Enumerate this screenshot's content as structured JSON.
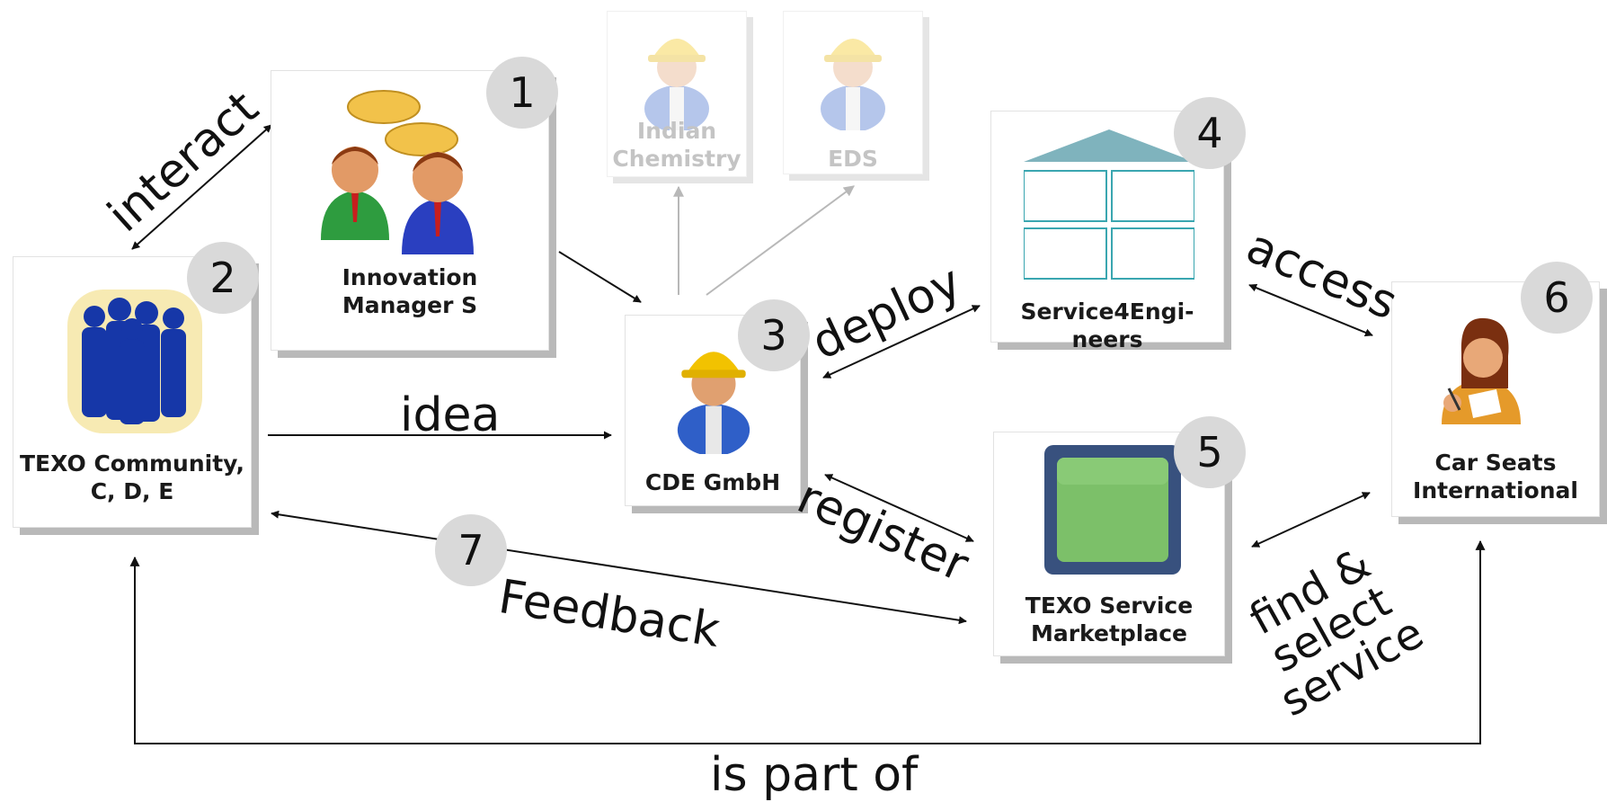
{
  "nodes": {
    "innovation_manager": {
      "label_line1": "Innovation",
      "label_line2": "Manager S",
      "number": "1",
      "icon": "two-businessmen-talking-icon"
    },
    "texo_community": {
      "label_line1": "TEXO Community,",
      "label_line2": "C, D, E",
      "number": "2",
      "icon": "group-silhouette-icon"
    },
    "cde_gmbh": {
      "label": "CDE GmbH",
      "number": "3",
      "icon": "engineer-hardhat-icon"
    },
    "service4engineers": {
      "label_line1": "Service4Engi-",
      "label_line2": "neers",
      "number": "4",
      "icon": "building-icon"
    },
    "texo_marketplace": {
      "label_line1": "TEXO Service",
      "label_line2": "Marketplace",
      "number": "5",
      "icon": "green-square-icon"
    },
    "car_seats": {
      "label_line1": "Car Seats",
      "label_line2": "International",
      "number": "6",
      "icon": "woman-writing-icon"
    },
    "indian_chemistry": {
      "label_line1": "Indian",
      "label_line2": "Chemistry",
      "icon": "engineer-hardhat-icon"
    },
    "eds": {
      "label": "EDS",
      "icon": "engineer-hardhat-icon"
    }
  },
  "edges": {
    "interact": "interact",
    "idea": "idea",
    "deploy": "deploy",
    "access": "access",
    "register": "register",
    "find_select": [
      "find &",
      "select",
      "service"
    ],
    "feedback": "Feedback",
    "feedback_number": "7",
    "is_part_of": "is part of"
  },
  "colors": {
    "badge": "#d9d9d9",
    "arrow": "#111111",
    "faded_arrow": "#b8b8b8",
    "silhouette": "#1637a8",
    "roof": "#7fb3bd",
    "window_stroke": "#3aa6b0",
    "marketplace_frame": "#38517e",
    "marketplace_fill": "#7cc069"
  }
}
